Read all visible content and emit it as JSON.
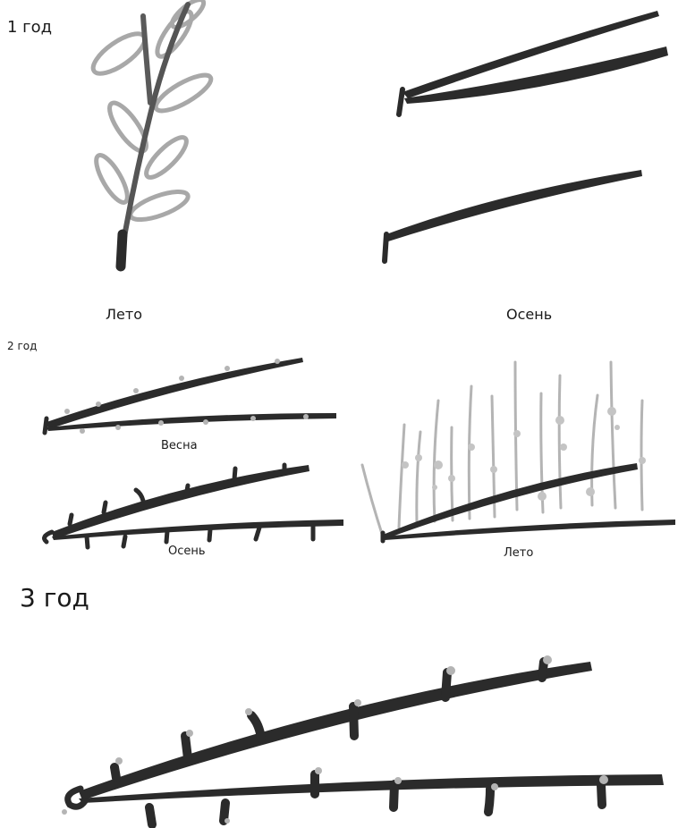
{
  "colors": {
    "stem": "#2b2b2b",
    "leaf": "#a8a8a8",
    "twig": "#b4b4b4",
    "bud": "#2b2b2b"
  },
  "years": [
    {
      "label": "1 год",
      "stages": [
        {
          "key": "summer",
          "caption": "Лето"
        },
        {
          "key": "autumn",
          "caption": "Осень"
        }
      ]
    },
    {
      "label": "2 год",
      "stages": [
        {
          "key": "spring",
          "caption": "Весна"
        },
        {
          "key": "autumn",
          "caption": "Осень"
        },
        {
          "key": "summer",
          "caption": "Лето"
        }
      ]
    },
    {
      "label": "3 год",
      "stages": []
    }
  ]
}
